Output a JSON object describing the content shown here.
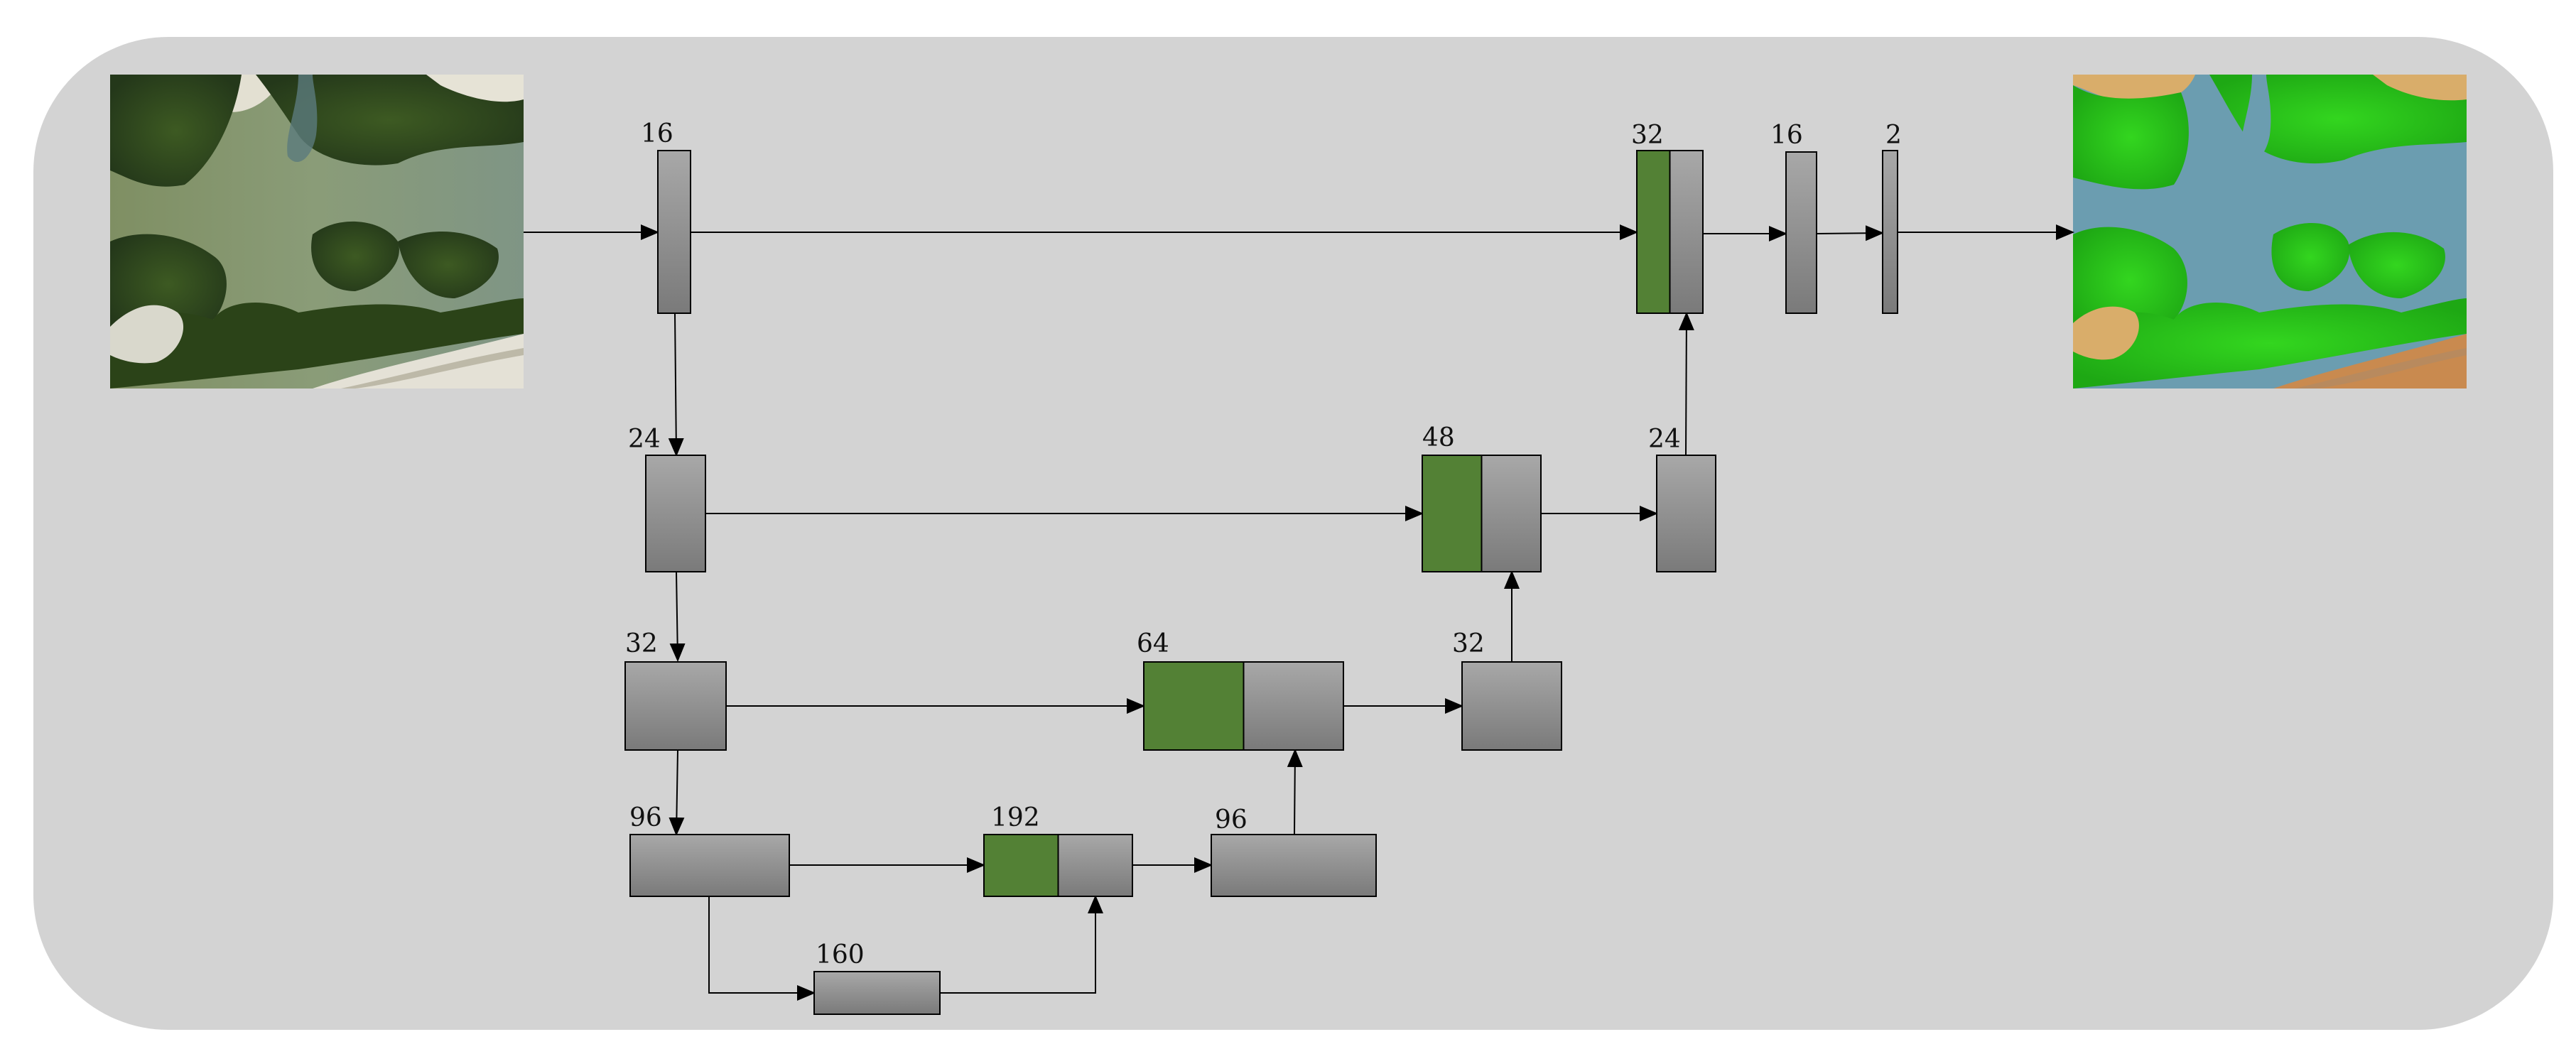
{
  "diagram": {
    "input_image": {
      "name": "aerial-input-image"
    },
    "output_image": {
      "name": "segmentation-output-image"
    },
    "colors": {
      "panel": "#d3d3d3",
      "block_top": "#a8a8a8",
      "block_bottom": "#7a7a7a",
      "concat": "#538135",
      "stroke": "#000000"
    },
    "blocks": [
      {
        "id": "enc1",
        "label": "16"
      },
      {
        "id": "enc2",
        "label": "24"
      },
      {
        "id": "enc3",
        "label": "32"
      },
      {
        "id": "enc4",
        "label": "96"
      },
      {
        "id": "bottleneck",
        "label": "160"
      },
      {
        "id": "cat4",
        "label": "192",
        "concat": true
      },
      {
        "id": "dec4",
        "label": "96"
      },
      {
        "id": "cat3",
        "label": "64",
        "concat": true
      },
      {
        "id": "dec3",
        "label": "32"
      },
      {
        "id": "cat2",
        "label": "48",
        "concat": true
      },
      {
        "id": "dec2",
        "label": "24"
      },
      {
        "id": "cat1",
        "label": "32",
        "concat": true
      },
      {
        "id": "dec1",
        "label": "16"
      },
      {
        "id": "head",
        "label": "2"
      }
    ]
  }
}
